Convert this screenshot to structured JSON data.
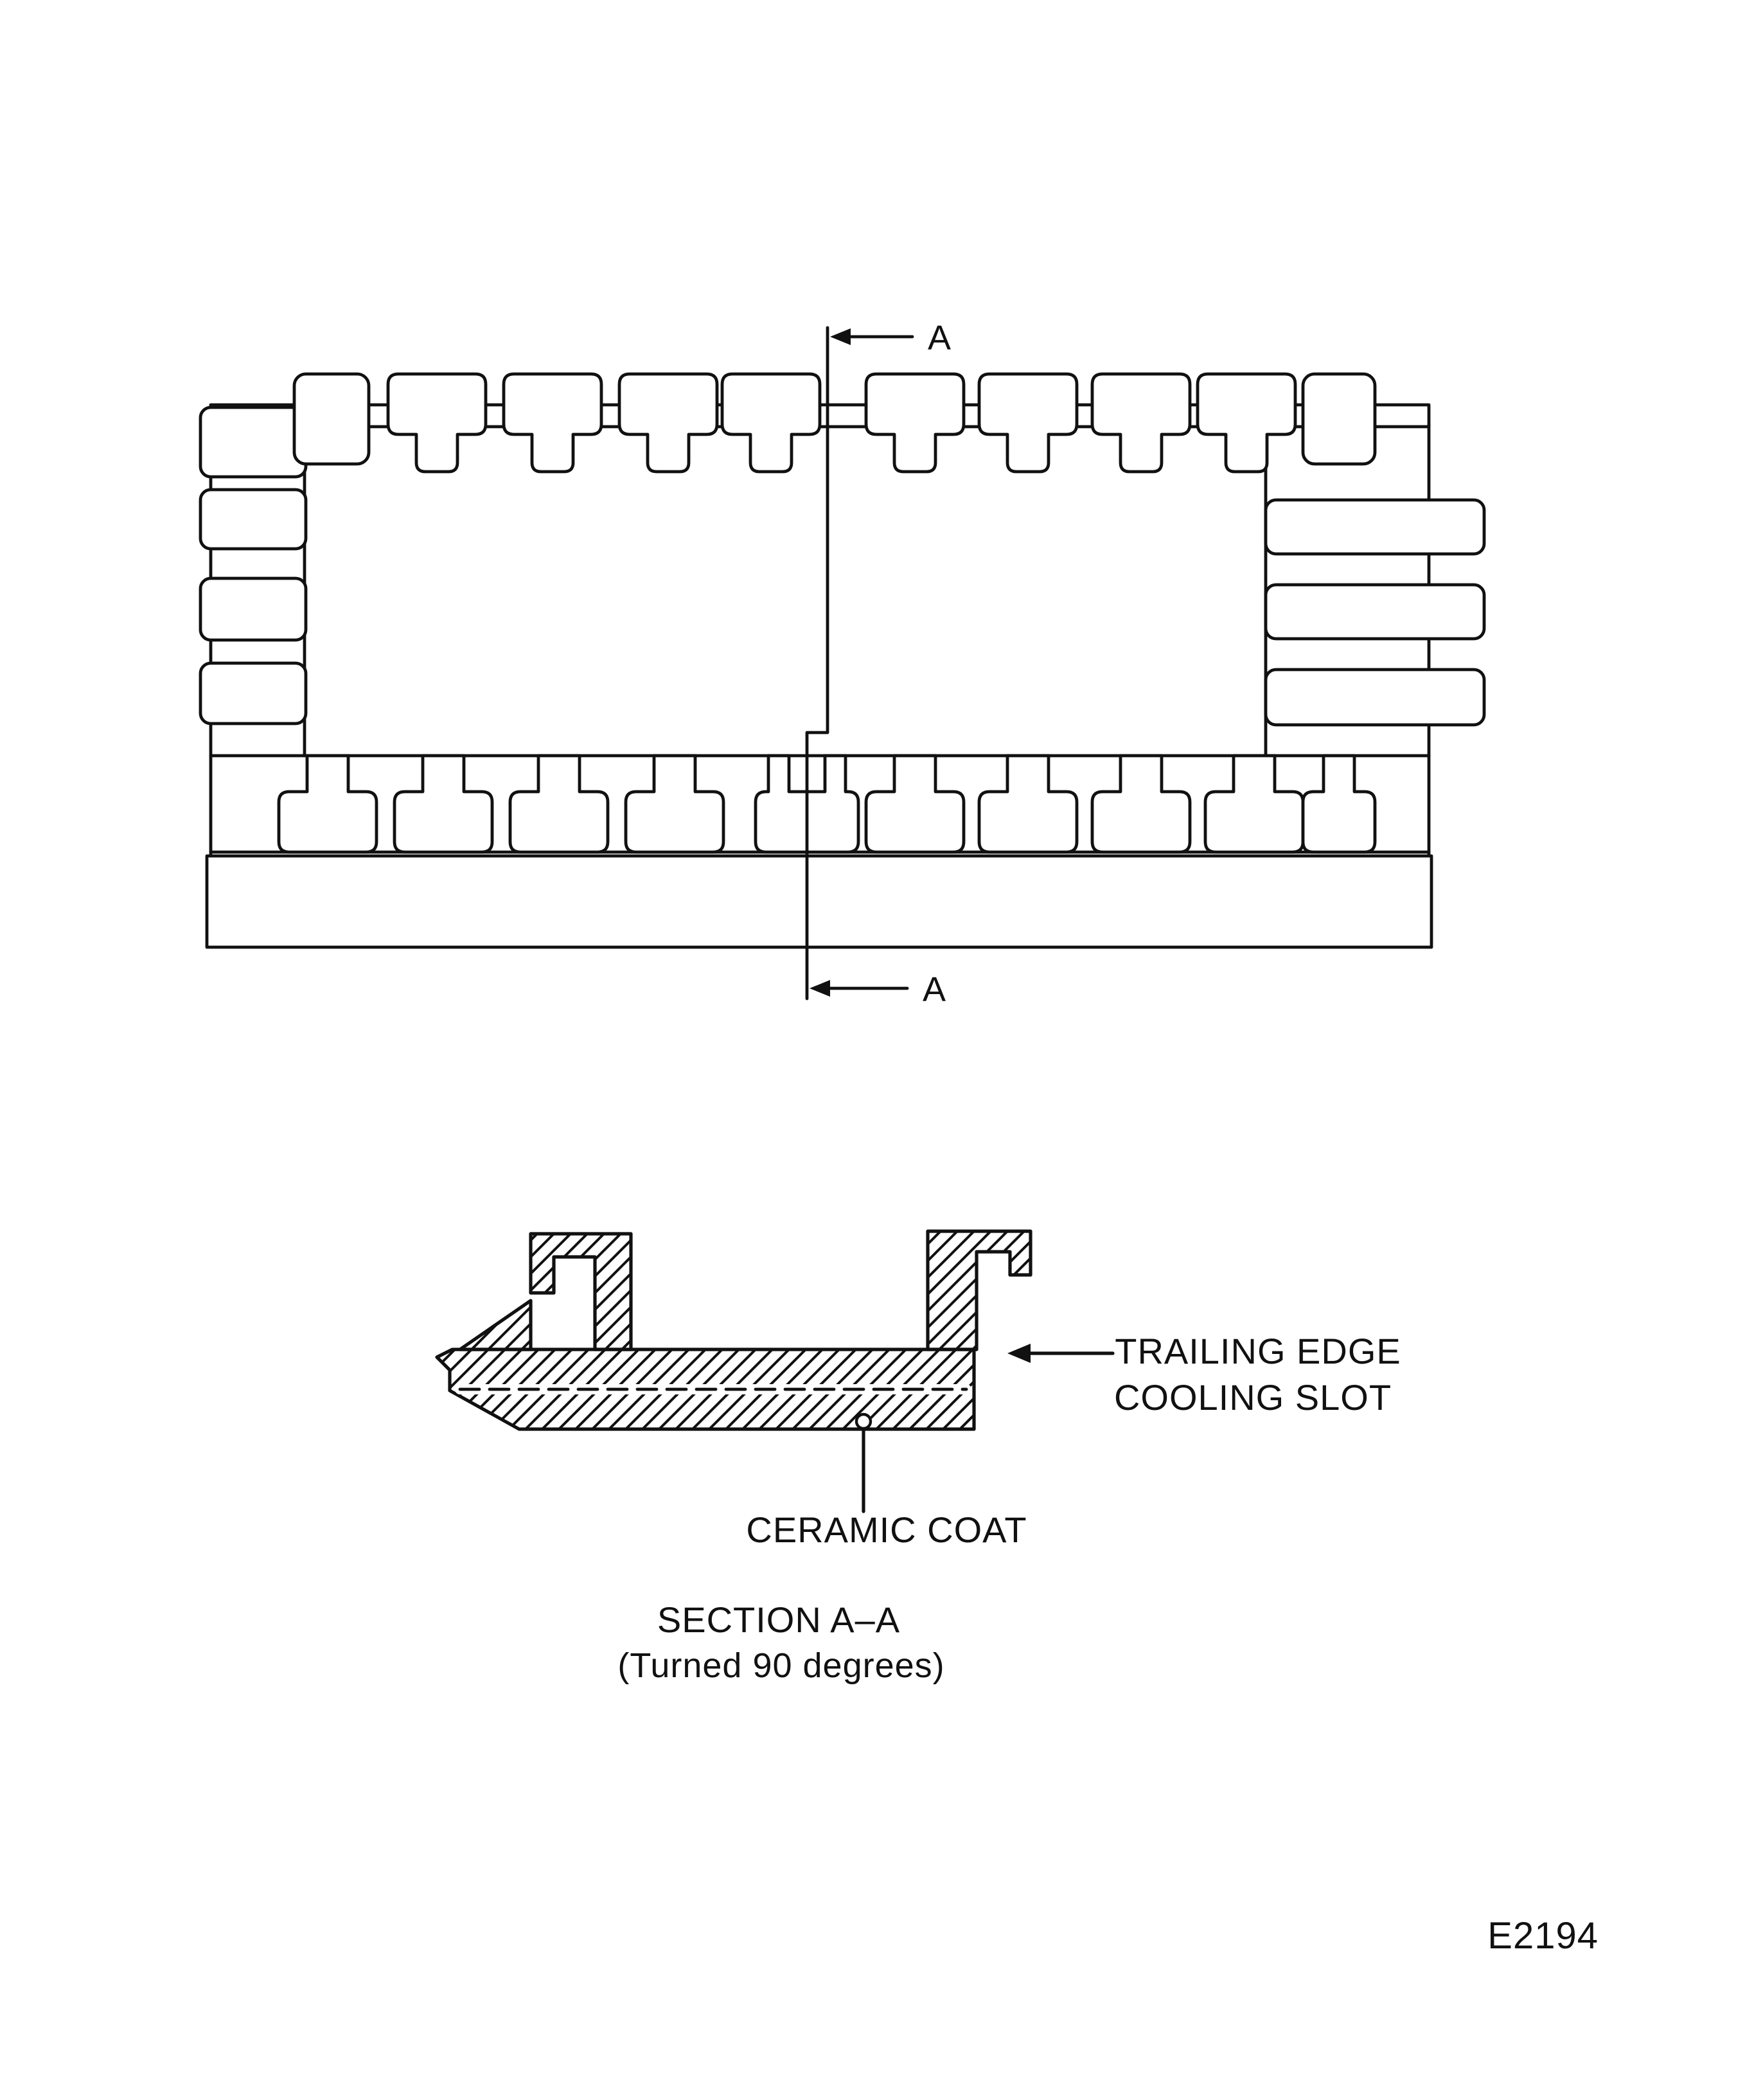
{
  "page": {
    "background": "#ffffff",
    "ink": "#111111"
  },
  "plan_view": {
    "section_cut_label_top": "A",
    "section_cut_label_bottom": "A"
  },
  "section_view": {
    "callout_trailing_edge": [
      "TRAILING EDGE",
      "COOLING SLOT"
    ],
    "callout_ceramic_coat": "CERAMIC COAT",
    "title": "SECTION A–A",
    "subtitle": "(Turned 90  degrees)"
  },
  "figure_code": "E2194"
}
